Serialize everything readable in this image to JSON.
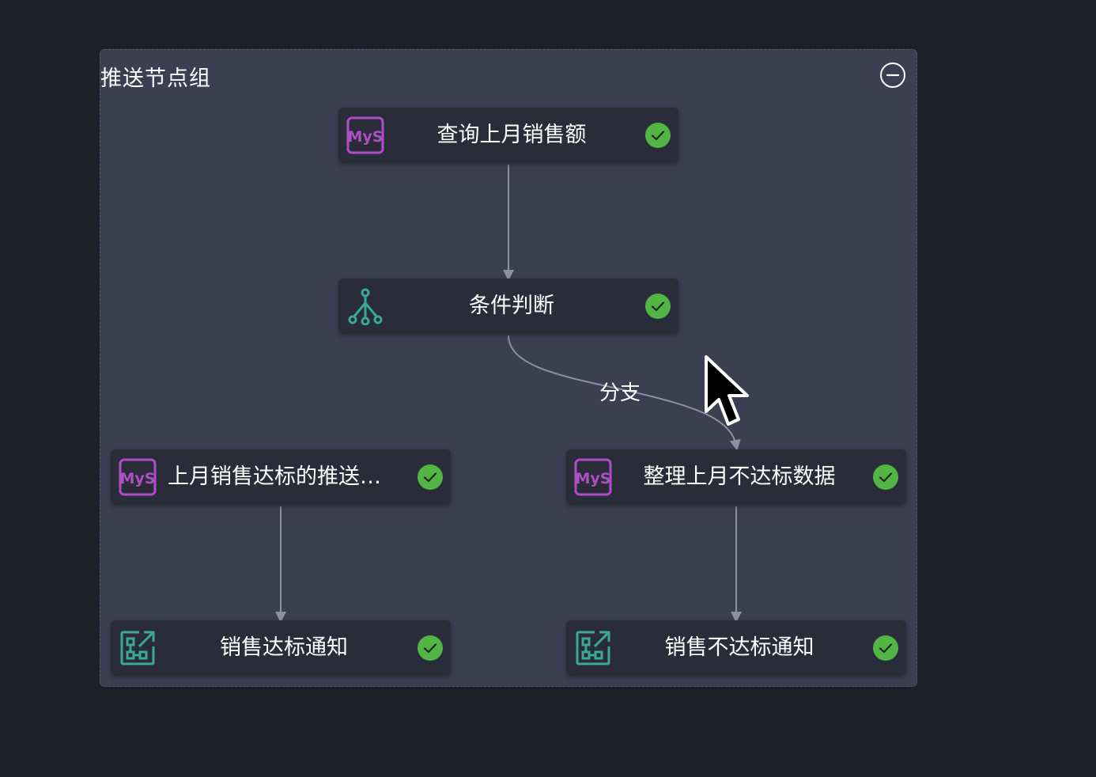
{
  "group": {
    "title": "推送节点组",
    "collapse_icon": "minus-circle-icon"
  },
  "nodes": [
    {
      "id": "n1",
      "label": "查询上月销售额",
      "icon": "mysql-icon",
      "status": "success"
    },
    {
      "id": "n2",
      "label": "条件判断",
      "icon": "branch-icon",
      "status": "success"
    },
    {
      "id": "n3",
      "label": "上月销售达标的推送…",
      "icon": "mysql-icon",
      "status": "success"
    },
    {
      "id": "n4",
      "label": "整理上月不达标数据",
      "icon": "mysql-icon",
      "status": "success"
    },
    {
      "id": "n5",
      "label": "销售达标通知",
      "icon": "push-icon",
      "status": "success"
    },
    {
      "id": "n6",
      "label": "销售不达标通知",
      "icon": "push-icon",
      "status": "success"
    }
  ],
  "edges": {
    "branch_label": "分支"
  },
  "colors": {
    "background": "#1e1f29",
    "group_bg": "#3c3f51",
    "node_bg": "#2a2c3a",
    "mysql_accent": "#b04fc5",
    "push_accent": "#3aa999",
    "success": "#52b544",
    "edge": "#8d90a2"
  }
}
